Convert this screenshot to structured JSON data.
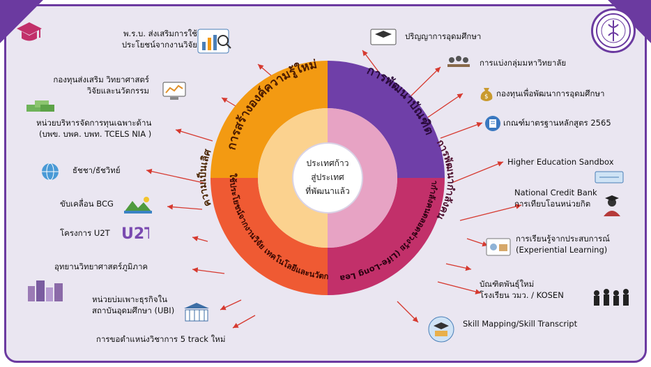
{
  "center": {
    "line1": "ประเทศก้าว",
    "line2": "สู่ประเทศ",
    "line3": "ที่พัฒนาแล้ว"
  },
  "outer_ring": [
    {
      "label": "การสร้างองค์ความรู้ใหม่",
      "color": "#f39a12"
    },
    {
      "label": "การพัฒนาบัณฑิต",
      "color": "#6f3fa8"
    },
    {
      "label": "การพัฒนากำลังคนตลอดช่วงวัย (Life-Long Learning)",
      "color": "#c2306a"
    },
    {
      "label": "การใช้ประโยชน์จากงานวิจัย เทคโนโลยีและนวัตกรรม",
      "color": "#ef5a33"
    }
  ],
  "inner_ring": [
    {
      "label": "ความเป็นเลิศ",
      "color": "#fbd28f"
    },
    {
      "label": "การพัฒนากำลังคน",
      "color": "#e7a3c4"
    }
  ],
  "left_items": [
    {
      "l1": "พ.ร.บ. ส่งเสริมการใช้",
      "l2": "ประโยชน์จากงานวิจัย"
    },
    {
      "l1": "กองทุนส่งเสริม วิทยาศาสตร์",
      "l2": "วิจัยและนวัตกรรม"
    },
    {
      "l1": "หน่วยบริหารจัดการทุนเฉพาะด้าน",
      "l2": "(บพข. บพค. บพท. TCELS NIA )"
    },
    {
      "l1": "ธัชชา/ธัชวิทย์"
    },
    {
      "l1": "ขับเคลื่อน BCG"
    },
    {
      "l1": "โครงการ U2T"
    },
    {
      "l1": "อุทยานวิทยาศาสตร์ภูมิภาค"
    },
    {
      "l1": "หน่วยบ่มเพาะธุรกิจใน",
      "l2": "สถาบันอุดมศึกษา (UBI)"
    },
    {
      "l1": "การขอตำแหน่งวิชาการ 5 track ใหม่"
    }
  ],
  "right_items": [
    {
      "l1": "ปริญญาการอุดมศึกษา"
    },
    {
      "l1": "การแบ่งกลุ่มมหาวิทยาลัย"
    },
    {
      "l1": "กองทุนเพื่อพัฒนาการอุดมศึกษา"
    },
    {
      "l1": "เกณฑ์มาตรฐานหลักสูตร 2565"
    },
    {
      "l1": "Higher Education Sandbox"
    },
    {
      "l1": "National Credit Bank",
      "l2": "การเทียบโอนหน่วยกิต"
    },
    {
      "l1": "การเรียนรู้จากประสบการณ์",
      "l2": "(Experiential Learning)"
    },
    {
      "l1": "บัณฑิตพันธุ์ใหม่",
      "l2": "โรงเรียน วมว. /  KOSEN"
    },
    {
      "l1": "Skill Mapping/Skill Transcript"
    }
  ],
  "u2t_logo": "U2T",
  "colors": {
    "frame": "#6b3aa0",
    "arrow": "#d6392f",
    "background": "#eae6f1"
  }
}
